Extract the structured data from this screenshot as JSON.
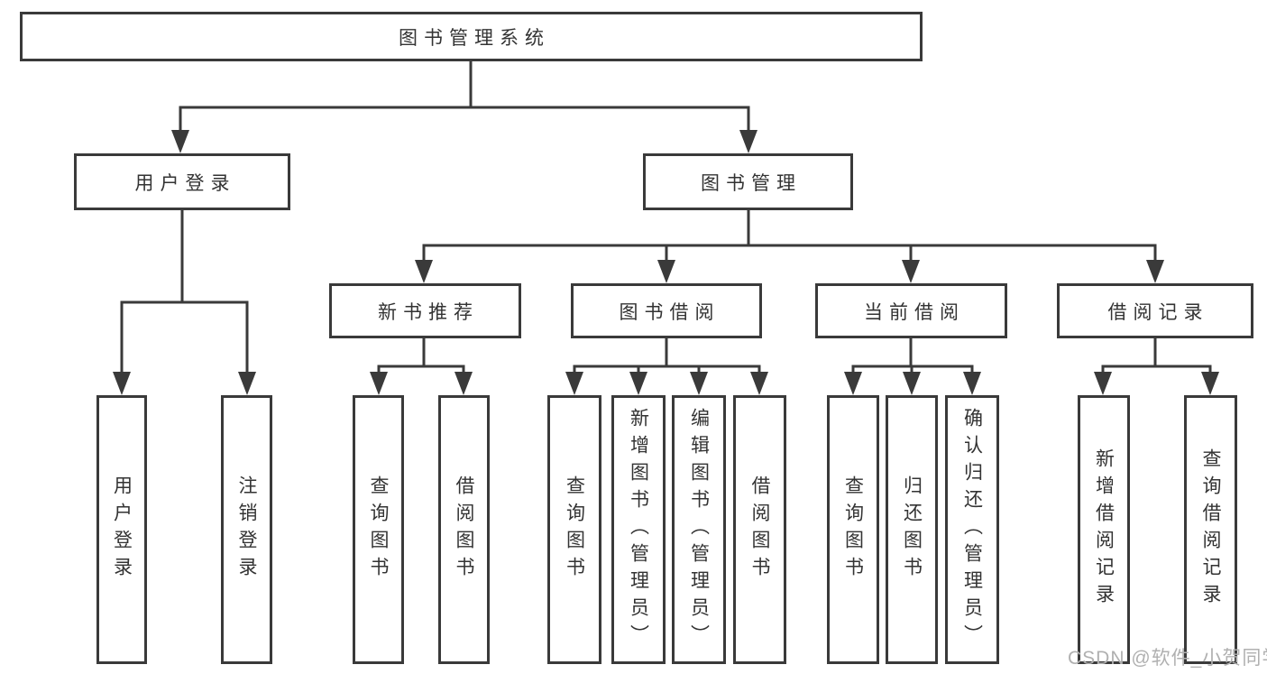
{
  "tree": {
    "label": "图书管理系统",
    "children": [
      {
        "label": "用户登录",
        "children": [
          {
            "label": "用户登录"
          },
          {
            "label": "注销登录"
          }
        ]
      },
      {
        "label": "图书管理",
        "children": [
          {
            "label": "新书推荐",
            "children": [
              {
                "label": "查询图书"
              },
              {
                "label": "借阅图书"
              }
            ]
          },
          {
            "label": "图书借阅",
            "children": [
              {
                "label": "查询图书"
              },
              {
                "label": "新增图书（管理员）"
              },
              {
                "label": "编辑图书（管理员）"
              },
              {
                "label": "借阅图书"
              }
            ]
          },
          {
            "label": "当前借阅",
            "children": [
              {
                "label": "查询图书"
              },
              {
                "label": "归还图书"
              },
              {
                "label": "确认归还（管理员）"
              }
            ]
          },
          {
            "label": "借阅记录",
            "children": [
              {
                "label": "新增借阅记录"
              },
              {
                "label": "查询借阅记录"
              }
            ]
          }
        ]
      }
    ]
  },
  "watermark": "CSDN @软件_小贺同学",
  "colors": {
    "line": "#3a3a3a",
    "text": "#333333",
    "watermark": "#b0b0b0",
    "background": "#ffffff"
  }
}
